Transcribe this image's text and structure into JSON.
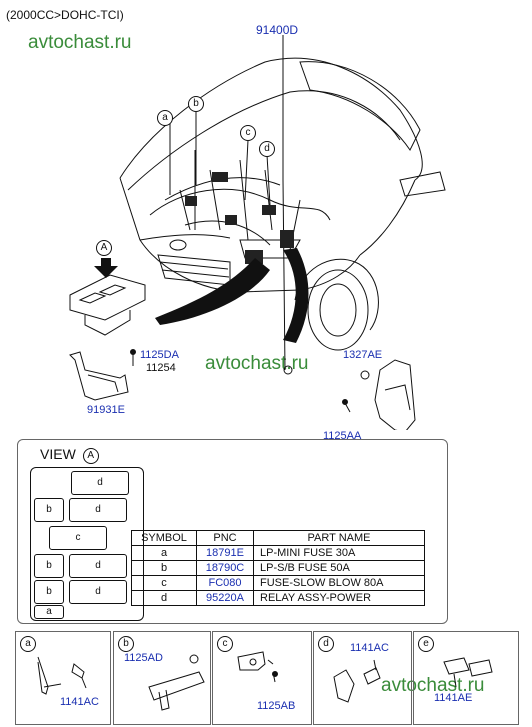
{
  "header": {
    "engine": "(2000CC>DOHC-TCI)"
  },
  "watermarks": [
    "avtochast.ru",
    "avtochast.ru",
    "avtochast.ru"
  ],
  "main_part": "91400D",
  "callouts": {
    "a": "a",
    "b": "b",
    "c": "c",
    "d": "d",
    "e": "e",
    "A": "A"
  },
  "bracket_parts": {
    "p1125DA": "1125DA",
    "p11254": "11254",
    "p91931E": "91931E",
    "p1327AE": "1327AE",
    "p1125AA": "1125AA"
  },
  "view": {
    "title": "VIEW",
    "circle": "A",
    "fuses": [
      "d",
      "b",
      "d",
      "c",
      "b",
      "d",
      "b",
      "d",
      "a"
    ]
  },
  "parts_table": {
    "headers": [
      "SYMBOL",
      "PNC",
      "PART NAME"
    ],
    "rows": [
      {
        "symbol": "a",
        "pnc": "18791E",
        "name": "LP-MINI FUSE 30A"
      },
      {
        "symbol": "b",
        "pnc": "18790C",
        "name": "LP-S/B FUSE 50A"
      },
      {
        "symbol": "c",
        "pnc": "FC080",
        "name": "FUSE-SLOW BLOW 80A"
      },
      {
        "symbol": "d",
        "pnc": "95220A",
        "name": "RELAY ASSY-POWER"
      }
    ]
  },
  "bottom_cells": [
    {
      "letter": "a",
      "parts": [
        "1141AC"
      ]
    },
    {
      "letter": "b",
      "parts": [
        "1125AD"
      ]
    },
    {
      "letter": "c",
      "parts": [
        "1125AB"
      ]
    },
    {
      "letter": "d",
      "parts": [
        "1141AC"
      ]
    },
    {
      "letter": "e",
      "parts": [
        "1141AE"
      ]
    }
  ]
}
